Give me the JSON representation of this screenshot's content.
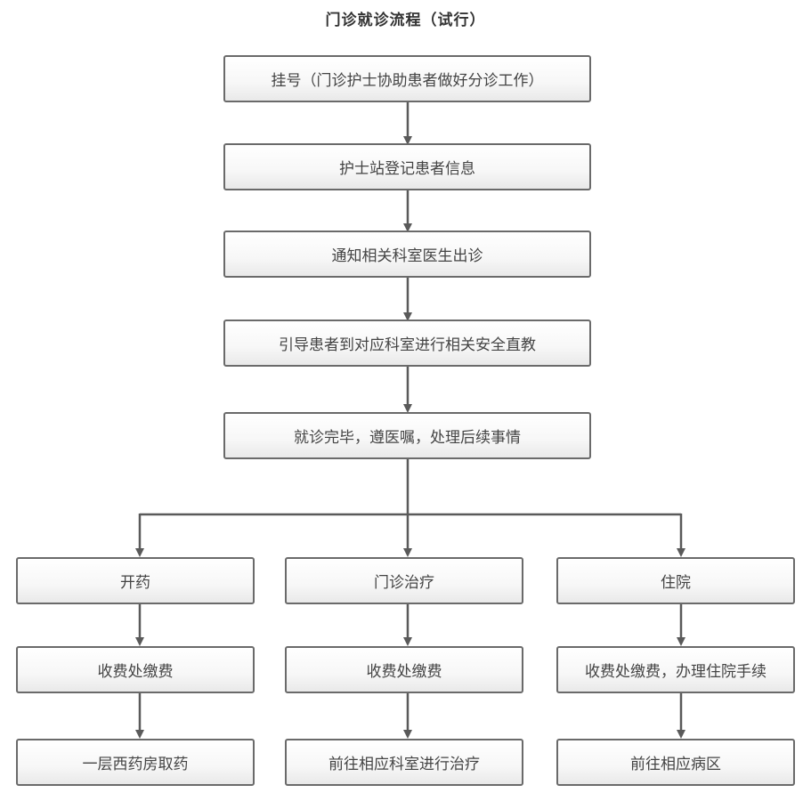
{
  "title": "门诊就诊流程（试行）",
  "main_steps": [
    "挂号（门诊护士协助患者做好分诊工作）",
    "护士站登记患者信息",
    "通知相关科室医生出诊",
    "引导患者到对应科室进行相关安全直教",
    "就诊完毕，遵医嘱，处理后续事情"
  ],
  "branches": [
    {
      "steps": [
        "开药",
        "收费处缴费",
        "一层西药房取药"
      ]
    },
    {
      "steps": [
        "门诊治疗",
        "收费处缴费",
        "前往相应科室进行治疗"
      ]
    },
    {
      "steps": [
        "住院",
        "收费处缴费，办理住院手续",
        "前往相应病区"
      ]
    }
  ],
  "colors": {
    "connector": "#5a5a5a",
    "box_border": "#6a6a6a",
    "text": "#444444"
  }
}
